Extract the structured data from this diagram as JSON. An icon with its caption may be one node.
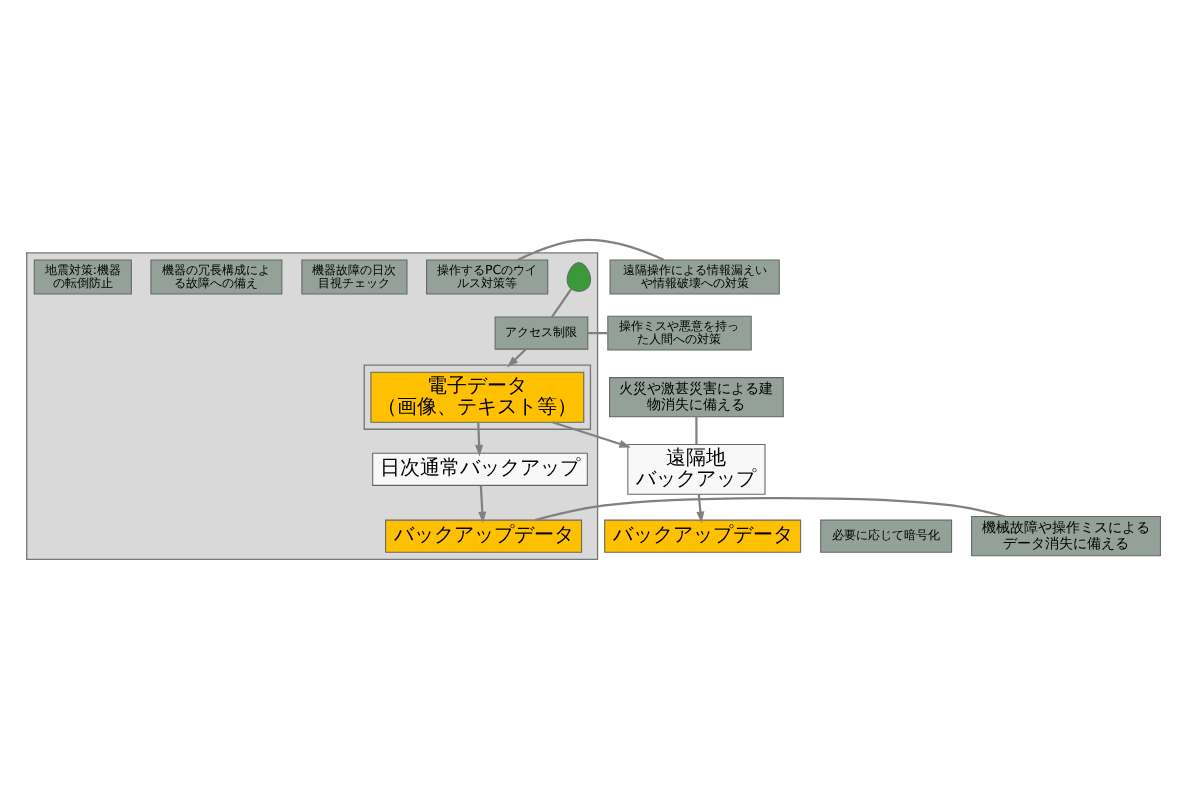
{
  "diagram": {
    "nodes": [
      {
        "text": [],
        "shape": "box"
      },
      {
        "text": [],
        "shape": "person",
        "in": 0
      },
      {
        "text": [
          "操作するPCのウイルス対策等"
        ],
        "in": 0
      },
      {
        "text": [
          "アクセス制限"
        ],
        "in": 0
      },
      {
        "text": [],
        "shape": "box",
        "in": 0
      },
      {
        "text": [
          "電子データ（画像、テキスト等）"
        ],
        "in": 4
      },
      {
        "text": [
          "機器故障の日次目視チェック"
        ],
        "in": 0
      },
      {
        "text": [
          "機器の冗長構成による故障への備え"
        ],
        "in": 0
      },
      {
        "text": [
          "地震対策:機器の転倒防止"
        ],
        "in": 0
      },
      {
        "text": [
          "日次通常バックアップ"
        ],
        "in": 0
      },
      {
        "text": [
          "バックアップデータ"
        ],
        "in": 0
      },
      {
        "text": [
          "遠隔操作による情報漏えいや情報破壊への対策"
        ]
      },
      {
        "text": [
          "操作ミスや悪意を持った人間への対策"
        ]
      },
      {
        "text": [
          "火災や激甚災害による建物消失に備える"
        ]
      },
      {
        "text": [
          "遠隔地バックアップ"
        ]
      },
      {
        "text": [
          "バックアップデータ"
        ]
      },
      {
        "text": [
          "必要に応じて暗号化"
        ]
      },
      {
        "text": [
          "機械故障や操作ミスによるデータ消失に備える"
        ]
      }
    ],
    "edges": [
      {
        "from": 1,
        "to": 3,
        "arrow": "none"
      },
      {
        "from": 3,
        "to": 4,
        "arrow": "to"
      },
      {
        "from": 5,
        "to": 14,
        "arrow": "to"
      },
      {
        "from": 14,
        "to": 15,
        "arrow": "to"
      },
      {
        "from": 5,
        "to": 9,
        "arrow": "to"
      },
      {
        "from": 9,
        "to": 10,
        "arrow": "to"
      },
      {
        "from": 11,
        "to": 2,
        "arrow": "none"
      },
      {
        "from": 12,
        "to": 3,
        "arrow": "none"
      },
      {
        "from": 13,
        "to": 14,
        "arrow": "none"
      },
      {
        "from": 17,
        "to": 10,
        "arrow": "none"
      }
    ]
  }
}
